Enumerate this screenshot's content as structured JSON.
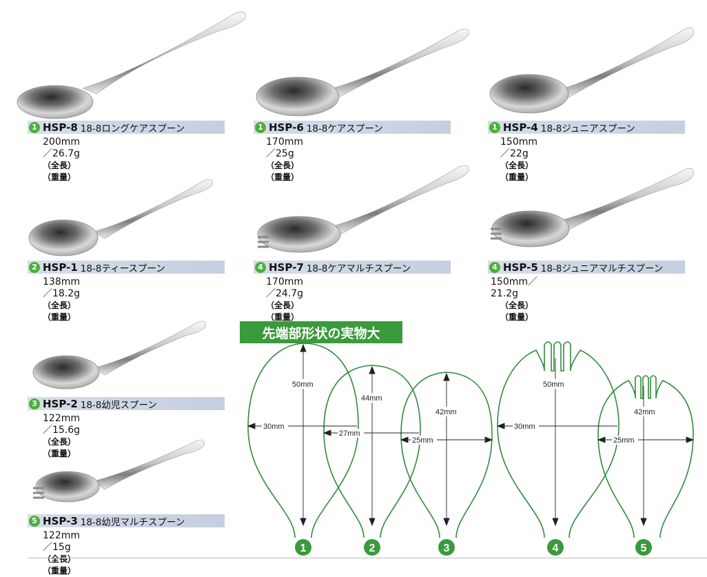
{
  "products": [
    {
      "num": "1",
      "code": "HSP-8",
      "name": "18-8ロングケアスプーン",
      "spec": "200mm／26.7g"
    },
    {
      "num": "1",
      "code": "HSP-6",
      "name": "18-8ケアスプーン",
      "spec": "170mm／25g"
    },
    {
      "num": "1",
      "code": "HSP-4",
      "name": "18-8ジュニアスプーン",
      "spec": "150mm／22g"
    },
    {
      "num": "2",
      "code": "HSP-1",
      "name": "18-8ティースプーン",
      "spec": "138mm／18.2g"
    },
    {
      "num": "4",
      "code": "HSP-7",
      "name": "18-8ケアマルチスプーン",
      "spec": "170mm／24.7g"
    },
    {
      "num": "4",
      "code": "HSP-5",
      "name": "18-8ジュニアマルチスプーン",
      "spec": "150mm／21.2g"
    },
    {
      "num": "3",
      "code": "HSP-2",
      "name": "18-8幼児スプーン",
      "spec": "122mm／15.6g"
    },
    {
      "num": "5",
      "code": "HSP-3",
      "name": "18-8幼児マルチスプーン",
      "spec": "122mm／15g"
    }
  ],
  "spec_labels": {
    "length": "（全長）",
    "weight": "（重量）"
  },
  "diagram": {
    "title": "先端部形状の実物大",
    "shapes": [
      {
        "num": "1",
        "length": "50mm",
        "width": "30mm"
      },
      {
        "num": "2",
        "length": "44mm",
        "width": "27mm"
      },
      {
        "num": "3",
        "length": "42mm",
        "width": "25mm"
      },
      {
        "num": "4",
        "length": "50mm",
        "width": "30mm"
      },
      {
        "num": "5",
        "length": "42mm",
        "width": "25mm"
      }
    ]
  },
  "colors": {
    "accent": "#3a9a3c",
    "label_bar": "#c8d2e2",
    "outline": "#2f8a3a"
  }
}
